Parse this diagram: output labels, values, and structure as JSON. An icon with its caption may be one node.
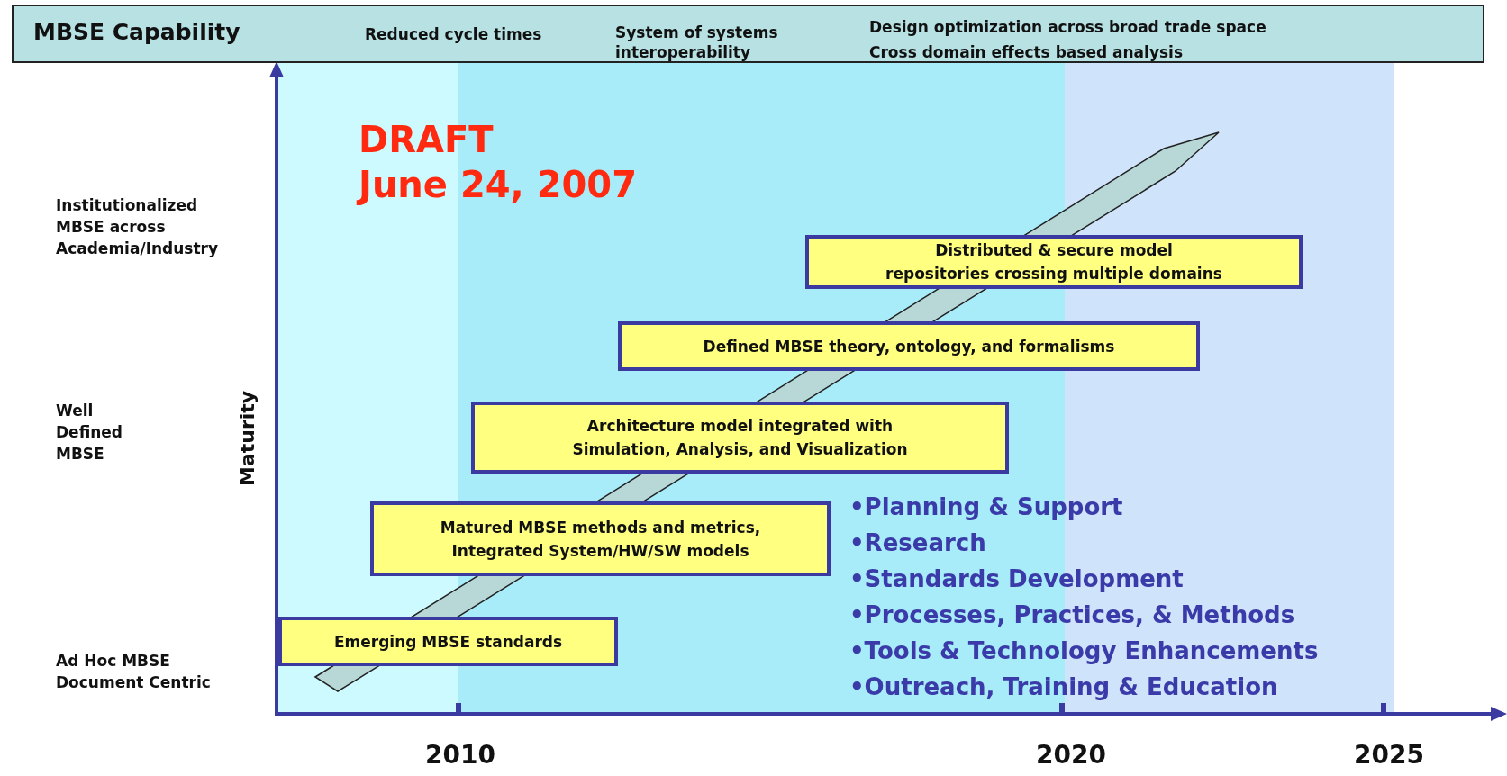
{
  "diagram": {
    "nodes": [
      {
        "text": [
          "MBSE Capability",
          "Reduced cycle times",
          "System of systems interoperability",
          "Design optimization across broad trade space",
          "Cross domain effects based analysis"
        ]
      },
      {
        "text": [
          "Distributed & secure model repositories crossing multiple domains"
        ]
      },
      {
        "text": [
          "Defined MBSE theory, ontology, and formalisms"
        ]
      },
      {
        "text": [
          "Architecture model integrated with Simulation, Analysis, and Visualization"
        ]
      },
      {
        "text": [
          "Matured MBSE methods and metrics, Integrated System/HW/SW models"
        ]
      },
      {
        "text": [
          "Emerging MBSE standards"
        ]
      }
    ],
    "edges": [],
    "labels": [
      "DRAFT",
      "June 24, 2007",
      "Institutionalized MBSE across Academia/Industry",
      "Well Defined MBSE",
      "Maturity",
      "Ad Hoc MBSE Document Centric",
      "•Planning & Support",
      "•Research",
      "•Standards Development",
      "•Processes, Practices, & Methods",
      "•Tools & Technology Enhancements",
      "•Outreach, Training & Education",
      "2010",
      "2020",
      "2025"
    ]
  }
}
